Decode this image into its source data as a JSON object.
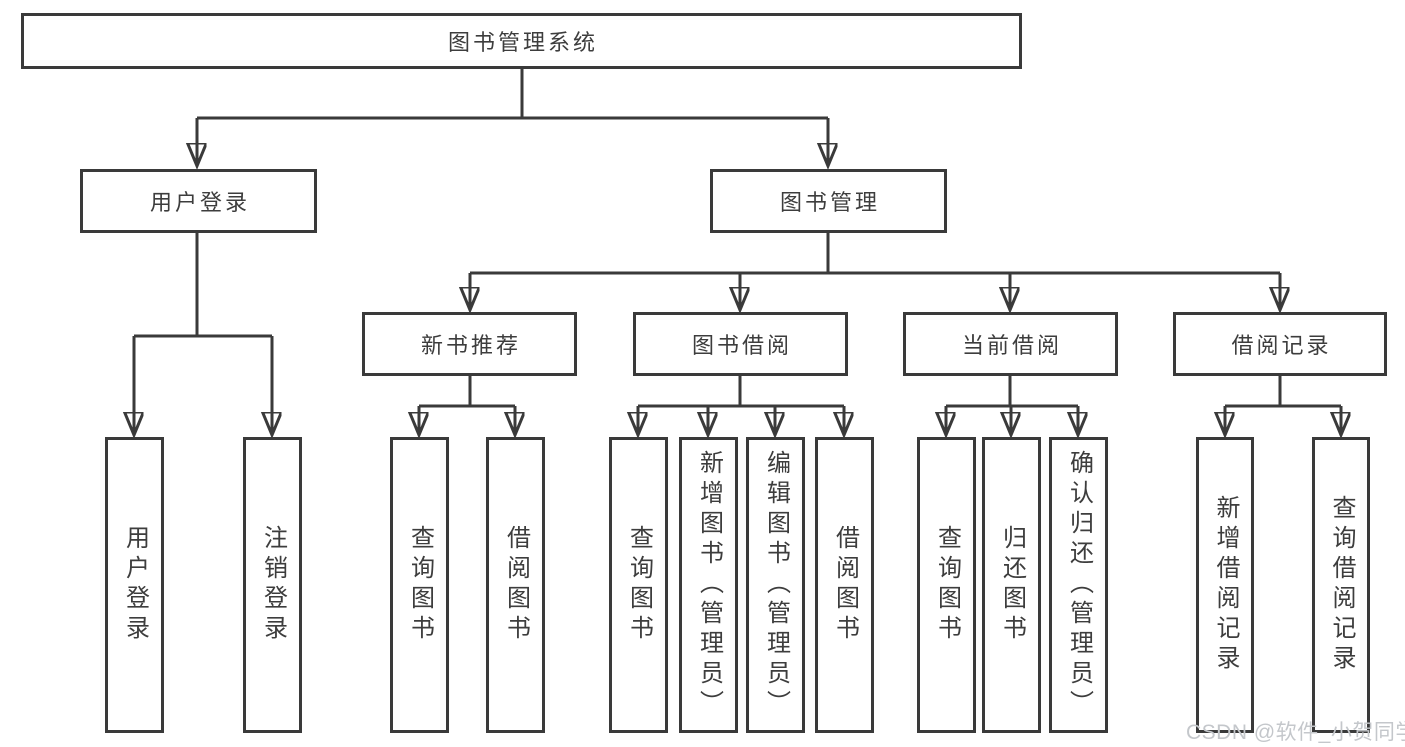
{
  "diagram": {
    "root": "图书管理系统",
    "branches": [
      {
        "label": "用户登录",
        "children": [
          "用户登录",
          "注销登录"
        ]
      },
      {
        "label": "图书管理",
        "groups": [
          {
            "label": "新书推荐",
            "children": [
              "查询图书",
              "借阅图书"
            ]
          },
          {
            "label": "图书借阅",
            "children": [
              "查询图书",
              "新增图书（管理员）",
              "编辑图书（管理员）",
              "借阅图书"
            ]
          },
          {
            "label": "当前借阅",
            "children": [
              "查询图书",
              "归还图书",
              "确认归还（管理员）"
            ]
          },
          {
            "label": "借阅记录",
            "children": [
              "新增借阅记录",
              "查询借阅记录"
            ]
          }
        ]
      }
    ]
  },
  "watermark": "CSDN @软件_小贺同学",
  "colors": {
    "line": "#3a3a3a",
    "text": "#3d3d3d",
    "background": "#ffffff",
    "watermark": "#c4c7cb"
  }
}
